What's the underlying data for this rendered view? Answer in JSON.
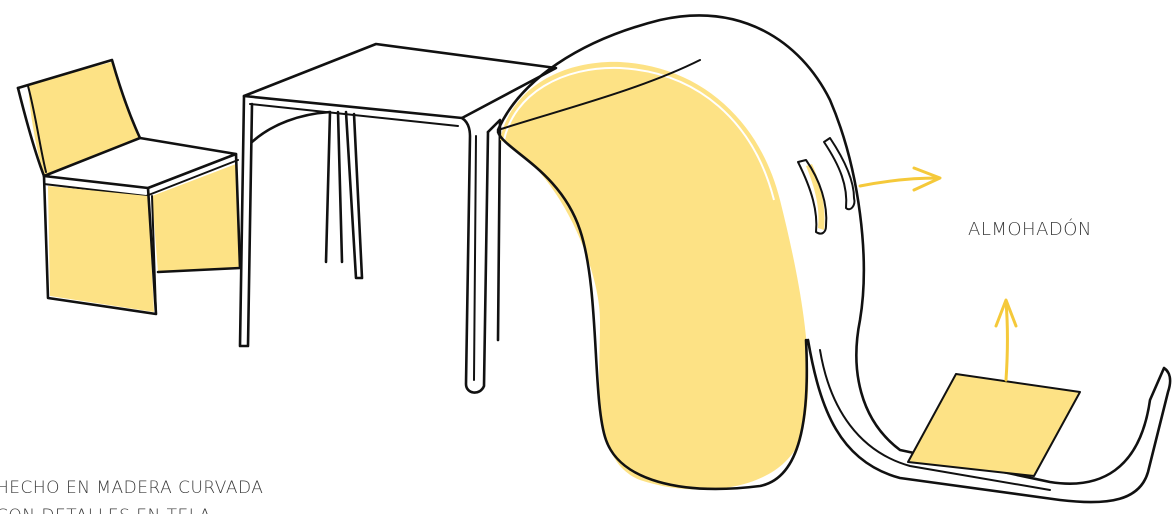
{
  "labels": {
    "cushion": "ALMOHADÓN",
    "material_line1": "HECHO EN MADERA CURVADA",
    "material_line2": "CON DETALLES EN TELA"
  },
  "colors": {
    "fabric": "#fde285",
    "ink": "#111111",
    "arrow": "#f5c93a",
    "text": "#3a3a3a"
  }
}
